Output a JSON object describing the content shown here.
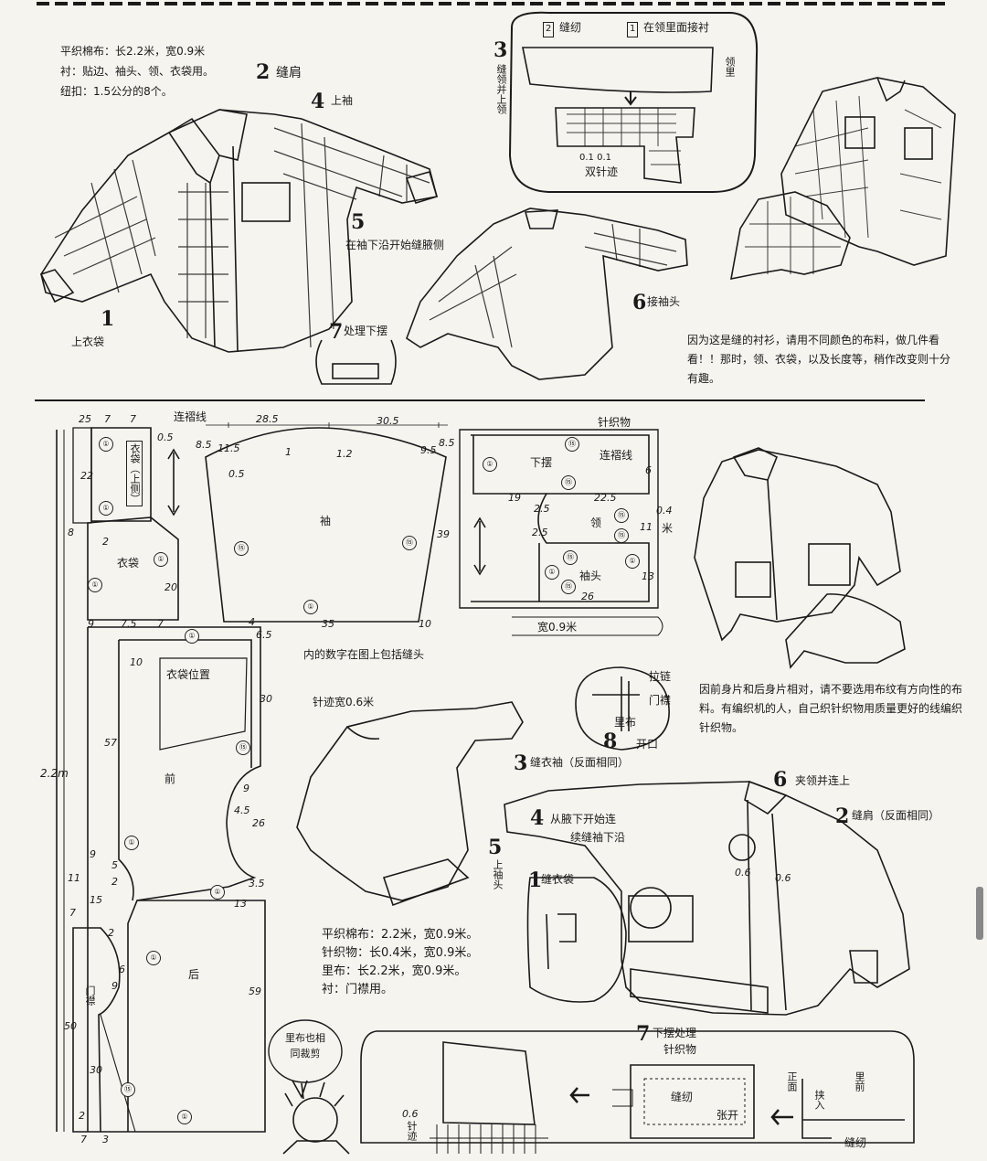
{
  "top": {
    "materials": {
      "line1": "平织棉布：长2.2米，宽0.9米",
      "line2": "衬：贴边、袖头、领、衣袋用。",
      "line3": "纽扣：1.5公分的8个。"
    },
    "steps": {
      "s1_num": "1",
      "s1_label": "上衣袋",
      "s2_num": "2",
      "s2_label": "缝肩",
      "s3_num": "3",
      "s3_label": "缝领并上领",
      "s4_num": "4",
      "s4_label": "上袖",
      "s5_num": "5",
      "s5_label": "在袖下沿开始缝腋侧",
      "s6_num": "6",
      "s6_label": "接袖头",
      "s7_num": "7",
      "s7_label": "处理下摆"
    },
    "collar": {
      "tag1": "2",
      "tag1_text": "缝纫",
      "tag2": "1",
      "tag2_text": "在领里面接衬",
      "side": "领里",
      "double_stitch": "双针迹",
      "double_stitch_val": "0.1 0.1"
    },
    "note": "因为这是缝的衬衫，请用不同颜色的布料，做几件看看！！那时，领、衣袋，以及长度等，稍作改变则十分有趣。"
  },
  "pattern": {
    "labels": {
      "pocket_upper": "衣袋（上侧）",
      "pocket": "衣袋",
      "sleeve": "袖",
      "front": "前",
      "back": "后",
      "pocket_pos": "衣袋位置",
      "placket": "门襟",
      "dart_line": "连褶线",
      "height": "2.2m"
    },
    "dims": [
      "25",
      "7",
      "7",
      "0.5",
      "22",
      "8",
      "2",
      "20",
      "9",
      "7.5",
      "7",
      "8.5",
      "11.5",
      "0.5",
      "28.5",
      "1",
      "1.2",
      "30.5",
      "9.5",
      "8.5",
      "39",
      "4",
      "35",
      "10",
      "6.5",
      "10",
      "57",
      "30",
      "9",
      "4.5",
      "26",
      "13",
      "3.5",
      "9",
      "5",
      "2",
      "15",
      "11",
      "7",
      "2",
      "6",
      "9",
      "50",
      "30",
      "59",
      "2",
      "7",
      "3"
    ],
    "seam_circle": "①",
    "seam_15": "⑮",
    "note": "内的数字在图上包括缝头",
    "stitch_width": "针迹宽0.6米"
  },
  "knit": {
    "title": "针织物",
    "hem": "下摆",
    "dart": "连褶线",
    "collar": "领",
    "cuff": "袖头",
    "width": "宽0.9米",
    "d1": "19",
    "d2": "22.5",
    "d3": "2.5",
    "d4": "2.5",
    "d5": "6",
    "d6": "0.4",
    "d7": "11",
    "d8": "米",
    "d9": "13",
    "d10": "26"
  },
  "right_note": "因前身片和后身片相对，请不要选用布纹有方向性的布料。有编织机的人，自己织针织物用质量更好的线编织针织物。",
  "zipper": {
    "zip": "拉链",
    "placket": "门襟",
    "lining": "里布",
    "step8": "8",
    "open": "开口"
  },
  "jacket_steps": {
    "s2_num": "2",
    "s2": "缝肩（反面相同）",
    "s3_num": "3",
    "s3": "缝衣袖（反面相同）",
    "s4_num": "4",
    "s4a": "从腋下开始连",
    "s4b": "续缝袖下沿",
    "s5_num": "5",
    "s5": "上袖头",
    "s6_num": "6",
    "s6": "夹领并连上",
    "s1_num": "1",
    "s1": "缝衣袋",
    "s7_num": "7",
    "s7": "下摆处理",
    "val_06": "0.6",
    "val_06b": "0.6"
  },
  "materials2": {
    "line1": "平织棉布：2.2米，宽0.9米。",
    "line2": "针织物：长0.4米，宽0.9米。",
    "line3": "里布：长2.2米，宽0.9米。",
    "line4": "衬：门襟用。"
  },
  "bubble": "里布也相同裁剪",
  "hem_detail": {
    "knit": "针织物",
    "sew": "缝纫",
    "spread": "张开",
    "front_face": "正面",
    "insert": "挟入",
    "lining_front": "里前",
    "sew2": "缝纫",
    "v06": "0.6",
    "stitch": "针迹"
  }
}
